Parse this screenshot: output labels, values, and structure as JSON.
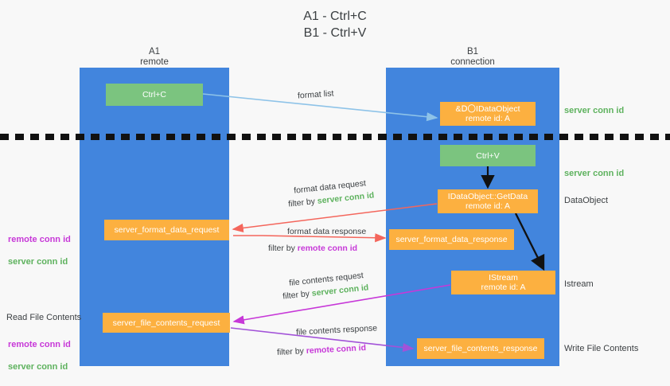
{
  "title": "A1 - Ctrl+C\nB1 - Ctrl+V",
  "lanes": [
    {
      "name": "A1",
      "sub": "remote",
      "header": "A1\nremote",
      "color": "#4285dd"
    },
    {
      "name": "B1",
      "sub": "connection",
      "header": "B1\nconnection",
      "color": "#4285dd"
    }
  ],
  "colors": {
    "lane": "#4285dd",
    "green_node": "#7bc47f",
    "orange_node": "#fcb040",
    "green_text": "#5eb25e",
    "purple_text": "#c738d8",
    "arrow_blue": "#8ec3e8",
    "arrow_red": "#f4665c",
    "arrow_magenta": "#c738d8",
    "arrow_purple": "#a252d8",
    "arrow_black": "#111111",
    "background": "#f8f8f8",
    "text": "#3c4043"
  },
  "nodes": {
    "ctrl_c": {
      "label": "Ctrl+C",
      "kind": "green"
    },
    "idataobject": {
      "label": "&Ⅾ〇IDataObject\nremote id: A",
      "kind": "orange"
    },
    "ctrl_v": {
      "label": "Ctrl+V",
      "kind": "green"
    },
    "getdata": {
      "label": "IDataObject::GetData\nremote id: A",
      "kind": "orange"
    },
    "server_format_data_request": {
      "label": "server_format_data_request",
      "kind": "orange"
    },
    "server_format_data_response": {
      "label": "server_format_data_response",
      "kind": "orange"
    },
    "istream": {
      "label": "IStream\nremote id: A",
      "kind": "orange"
    },
    "server_file_contents_request": {
      "label": "server_file_contents_request",
      "kind": "orange"
    },
    "server_file_contents_response": {
      "label": "server_file_contents_response",
      "kind": "orange"
    }
  },
  "annotations": {
    "server_conn_id_1": "server conn id",
    "server_conn_id_2": "server conn id",
    "dataobject": "DataObject",
    "istream": "Istream",
    "write_file_contents": "Write File Contents",
    "read_file_contents": "Read File Contents",
    "remote_conn_id": "remote conn id",
    "server_conn_id": "server conn id"
  },
  "edge_labels": {
    "format_list": "format list",
    "format_data_request": "format data request",
    "format_data_request_filter_prefix": "filter by ",
    "format_data_request_filter_value": "server conn id",
    "format_data_response": "format data response",
    "format_data_response_filter_prefix": "filter by ",
    "format_data_response_filter_value": "remote conn id",
    "file_contents_request": "file contents request",
    "file_contents_request_filter_prefix": "filter by ",
    "file_contents_request_filter_value": "server conn id",
    "file_contents_response": "file contents response",
    "file_contents_response_filter_prefix": "filter by ",
    "file_contents_response_filter_value": "remote conn id"
  }
}
